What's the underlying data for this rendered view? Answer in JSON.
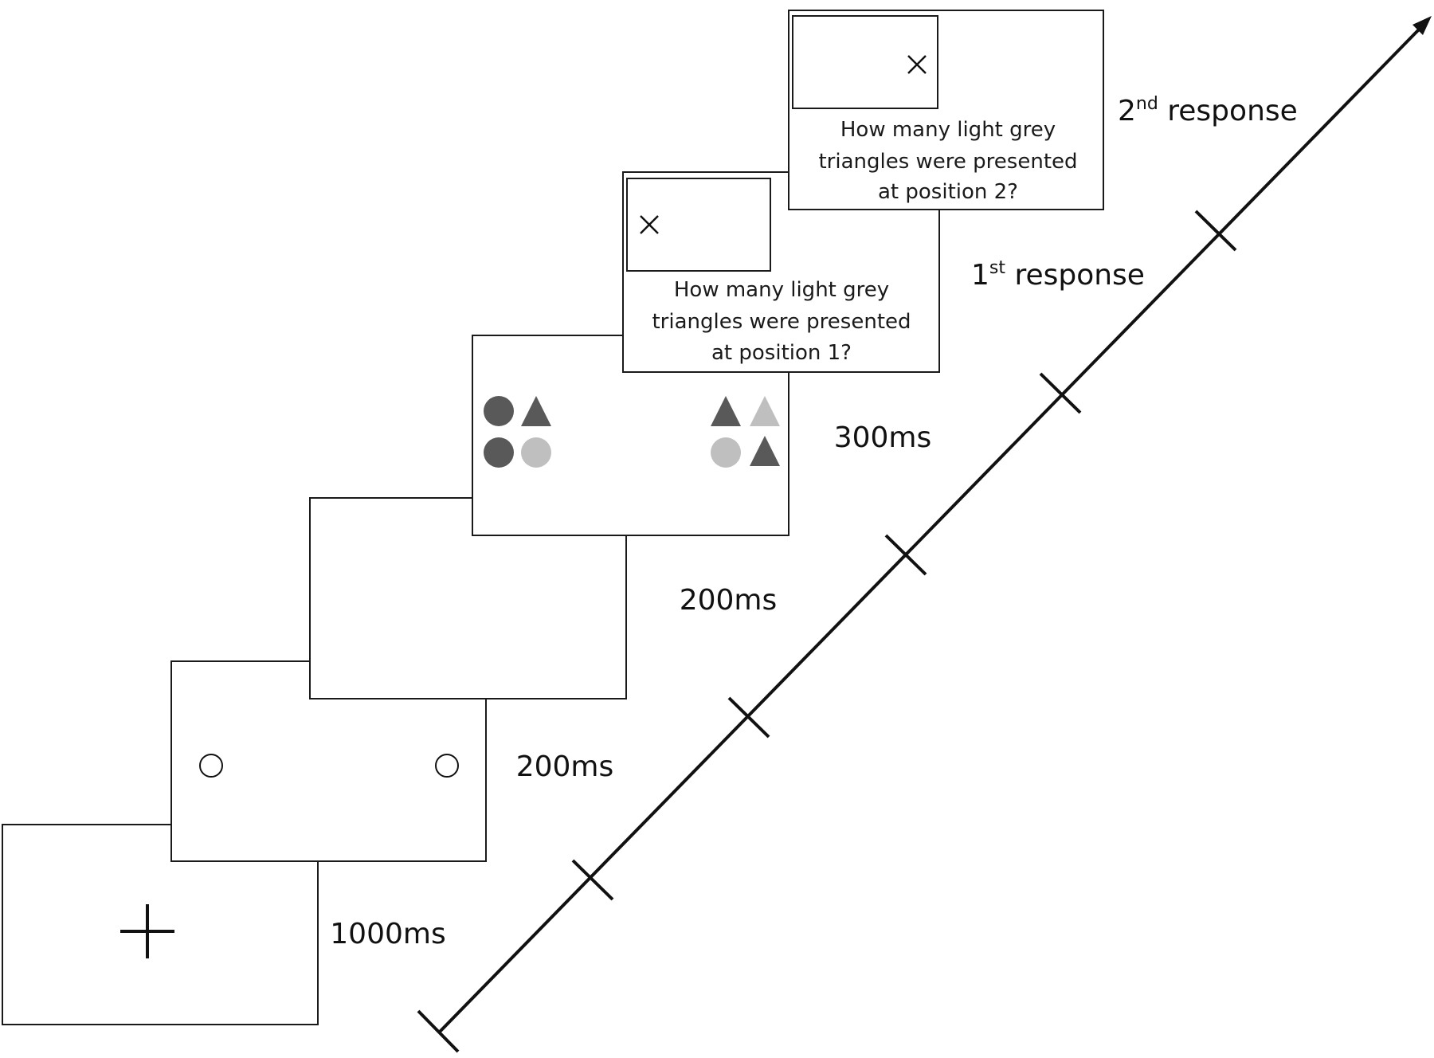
{
  "timeline": {
    "durations": [
      "1000ms",
      "200ms",
      "200ms",
      "300ms"
    ],
    "responses": [
      {
        "num": "1",
        "sup": "st",
        "text": " response"
      },
      {
        "num": "2",
        "sup": "nd",
        "text": " response"
      }
    ]
  },
  "questions": [
    [
      "How many light grey",
      "triangles were presented",
      "at position 1?"
    ],
    [
      "How many light grey",
      "triangles were presented",
      "at position 2?"
    ]
  ],
  "colors": {
    "dark": "#595959",
    "light": "#bfbfbf",
    "line": "#111111"
  }
}
